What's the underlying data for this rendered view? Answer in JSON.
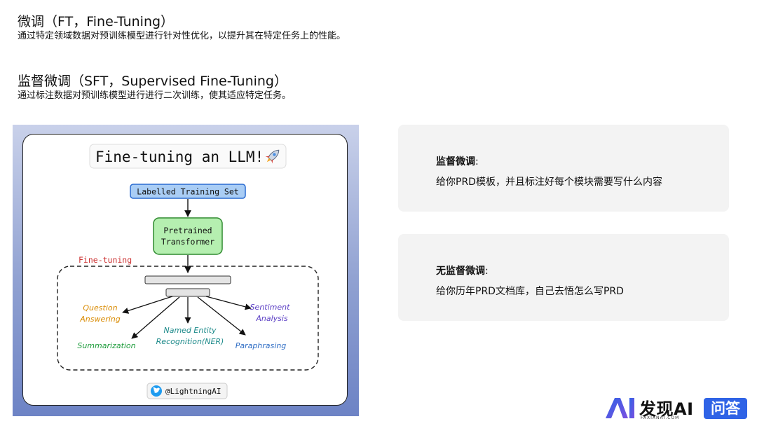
{
  "ft": {
    "title": "微调（FT，Fine-Tuning）",
    "desc": "通过特定领域数据对预训练模型进行针对性优化，以提升其在特定任务上的性能。"
  },
  "sft": {
    "title": "监督微调（SFT，Supervised Fine-Tuning）",
    "desc": "通过标注数据对预训练模型进行进行二次训练，使其适应特定任务。"
  },
  "diagram": {
    "title": "Fine-tuning an LLM!",
    "title_icon": "rocket-icon",
    "input_box": "Labelled Training Set",
    "model_box": [
      "Pretrained",
      "Transformer"
    ],
    "region_label": "Fine-tuning",
    "tasks": [
      {
        "lines": [
          "Question",
          "Answering"
        ],
        "color": "#d98a00"
      },
      {
        "lines": [
          "Summarization"
        ],
        "color": "#1e9c3c"
      },
      {
        "lines": [
          "Named Entity",
          "Recognition(NER)"
        ],
        "color": "#1d8a8a"
      },
      {
        "lines": [
          "Paraphrasing"
        ],
        "color": "#2d6cc4"
      },
      {
        "lines": [
          "Sentiment",
          "Analysis"
        ],
        "color": "#5b3fc4"
      }
    ],
    "credit": "@LightningAI",
    "credit_icon": "twitter-bird-icon",
    "colors": {
      "input_fill": "#a9cdf5",
      "input_stroke": "#2a6bd1",
      "model_fill": "#b5efb0",
      "model_stroke": "#2f8a2f",
      "region_label": "#cc3333",
      "bar_fill": "#e4e4e4"
    }
  },
  "cards": [
    {
      "title": "监督微调",
      "colon": ":",
      "desc": "给你PRD模板，并且标注好每个模块需要写什么内容"
    },
    {
      "title": "无监督微调",
      "colon": ":",
      "desc": "给你历年PRD文档库，自己去悟怎么写PRD"
    }
  ],
  "logo": {
    "mark": "AI",
    "text": "发现AI",
    "small": "FAXIANAI.COM",
    "badge": "问答"
  }
}
